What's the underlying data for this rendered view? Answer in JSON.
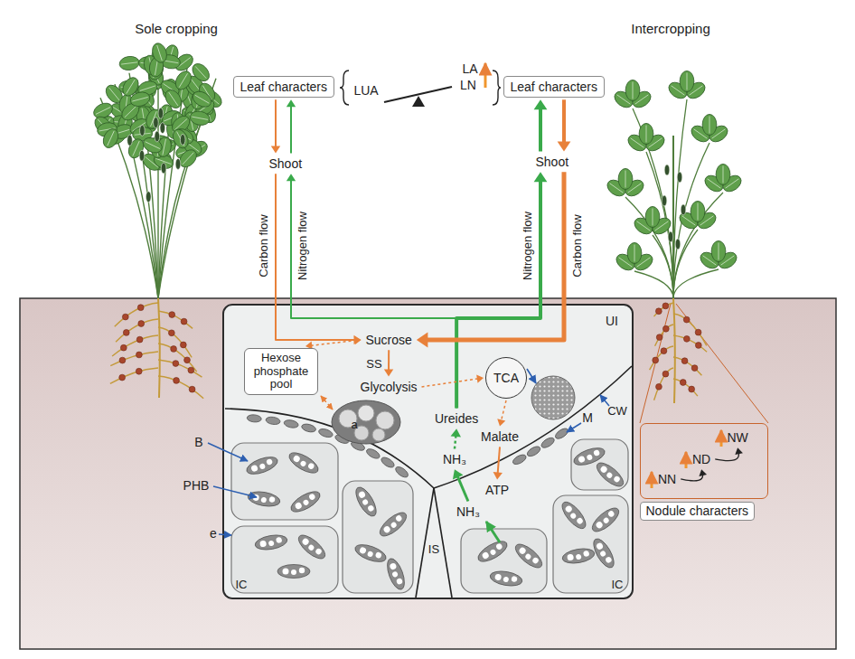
{
  "diagram": {
    "nodes": [
      {
        "text": [
          "Leaf characters"
        ]
      },
      {
        "text": [
          "Leaf characters"
        ]
      },
      {
        "text": [
          "Shoot"
        ]
      },
      {
        "text": [
          "Shoot"
        ]
      },
      {
        "text": [
          "UI"
        ]
      },
      {
        "text": [
          "Sucrose"
        ],
        "in": 4
      },
      {
        "text": [
          "Hexose phosphate pool"
        ],
        "in": 4
      },
      {
        "text": [
          "Glycolysis"
        ],
        "in": 4
      },
      {
        "text": [
          "TCA"
        ],
        "in": 4
      },
      {
        "text": [
          "Ureides"
        ],
        "in": 4
      },
      {
        "text": [
          "Malate"
        ],
        "in": 4
      },
      {
        "text": [
          "NH₃"
        ],
        "in": 4
      },
      {
        "text": [
          "NH₃"
        ],
        "in": 4
      },
      {
        "text": [
          "ATP"
        ],
        "in": 4
      },
      {
        "text": [
          "Nodule characters"
        ]
      },
      {
        "text": [
          "NW"
        ],
        "in": 14
      },
      {
        "text": [
          "ND"
        ],
        "in": 14
      },
      {
        "text": [
          "NN"
        ],
        "in": 14
      }
    ],
    "edges": [
      {
        "from": 0,
        "to": 2,
        "arrow": "to"
      },
      {
        "from": 2,
        "to": 0,
        "arrow": "to"
      },
      {
        "from": 1,
        "to": 3,
        "arrow": "to"
      },
      {
        "from": 3,
        "to": 1,
        "arrow": "to"
      },
      {
        "from": 2,
        "to": 5,
        "arrow": "to",
        "label": "Carbon flow"
      },
      {
        "from": 9,
        "to": 2,
        "arrow": "to",
        "label": "Nitrogen flow"
      },
      {
        "from": 9,
        "to": 3,
        "arrow": "to",
        "label": "Nitrogen flow"
      },
      {
        "from": 3,
        "to": 5,
        "arrow": "to",
        "label": "Carbon flow"
      },
      {
        "from": 5,
        "to": 6,
        "arrow": "both"
      },
      {
        "from": 5,
        "to": 7,
        "arrow": "to",
        "label": "SS"
      },
      {
        "from": 7,
        "to": 8,
        "arrow": "to"
      },
      {
        "from": 8,
        "to": 10,
        "arrow": "to"
      },
      {
        "from": 10,
        "to": 13,
        "arrow": "to"
      },
      {
        "from": 12,
        "to": 11,
        "arrow": "to"
      },
      {
        "from": 11,
        "to": 9,
        "arrow": "to"
      },
      {
        "from": 17,
        "to": 16,
        "arrow": "to"
      },
      {
        "from": 16,
        "to": 15,
        "arrow": "to"
      }
    ],
    "labels": [
      "Sole cropping",
      "Intercropping",
      "LUA",
      "LA",
      "LN",
      "a",
      "B",
      "PHB",
      "e",
      "IC",
      "IS",
      "IC",
      "CW",
      "M"
    ]
  }
}
